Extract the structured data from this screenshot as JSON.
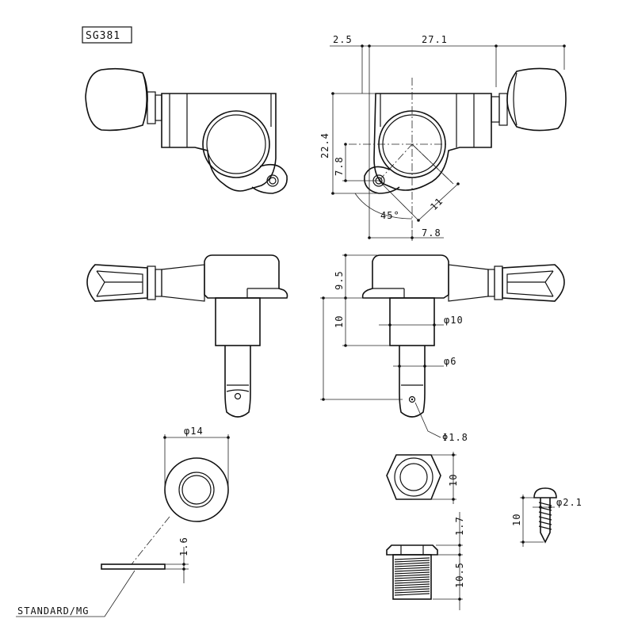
{
  "model": "SG381",
  "dims": {
    "top_offset": "2.5",
    "top_length": "27.1",
    "height_total": "22.4",
    "height_center": "7.8",
    "diag": "11",
    "angle": "45°",
    "horiz_offset": "7.8",
    "height_head": "9.5",
    "height_bushing": "10",
    "dia_bushing": "φ10",
    "dia_post": "φ6",
    "dia_hole": "Φ1.8",
    "washer_dia": "φ14",
    "washer_thk": "1.6",
    "nut_width": "10",
    "nut_head": "1.7",
    "nut_len": "10.5",
    "screw_dia": "φ2.1",
    "screw_len": "10"
  },
  "caption": "STANDARD/MG"
}
